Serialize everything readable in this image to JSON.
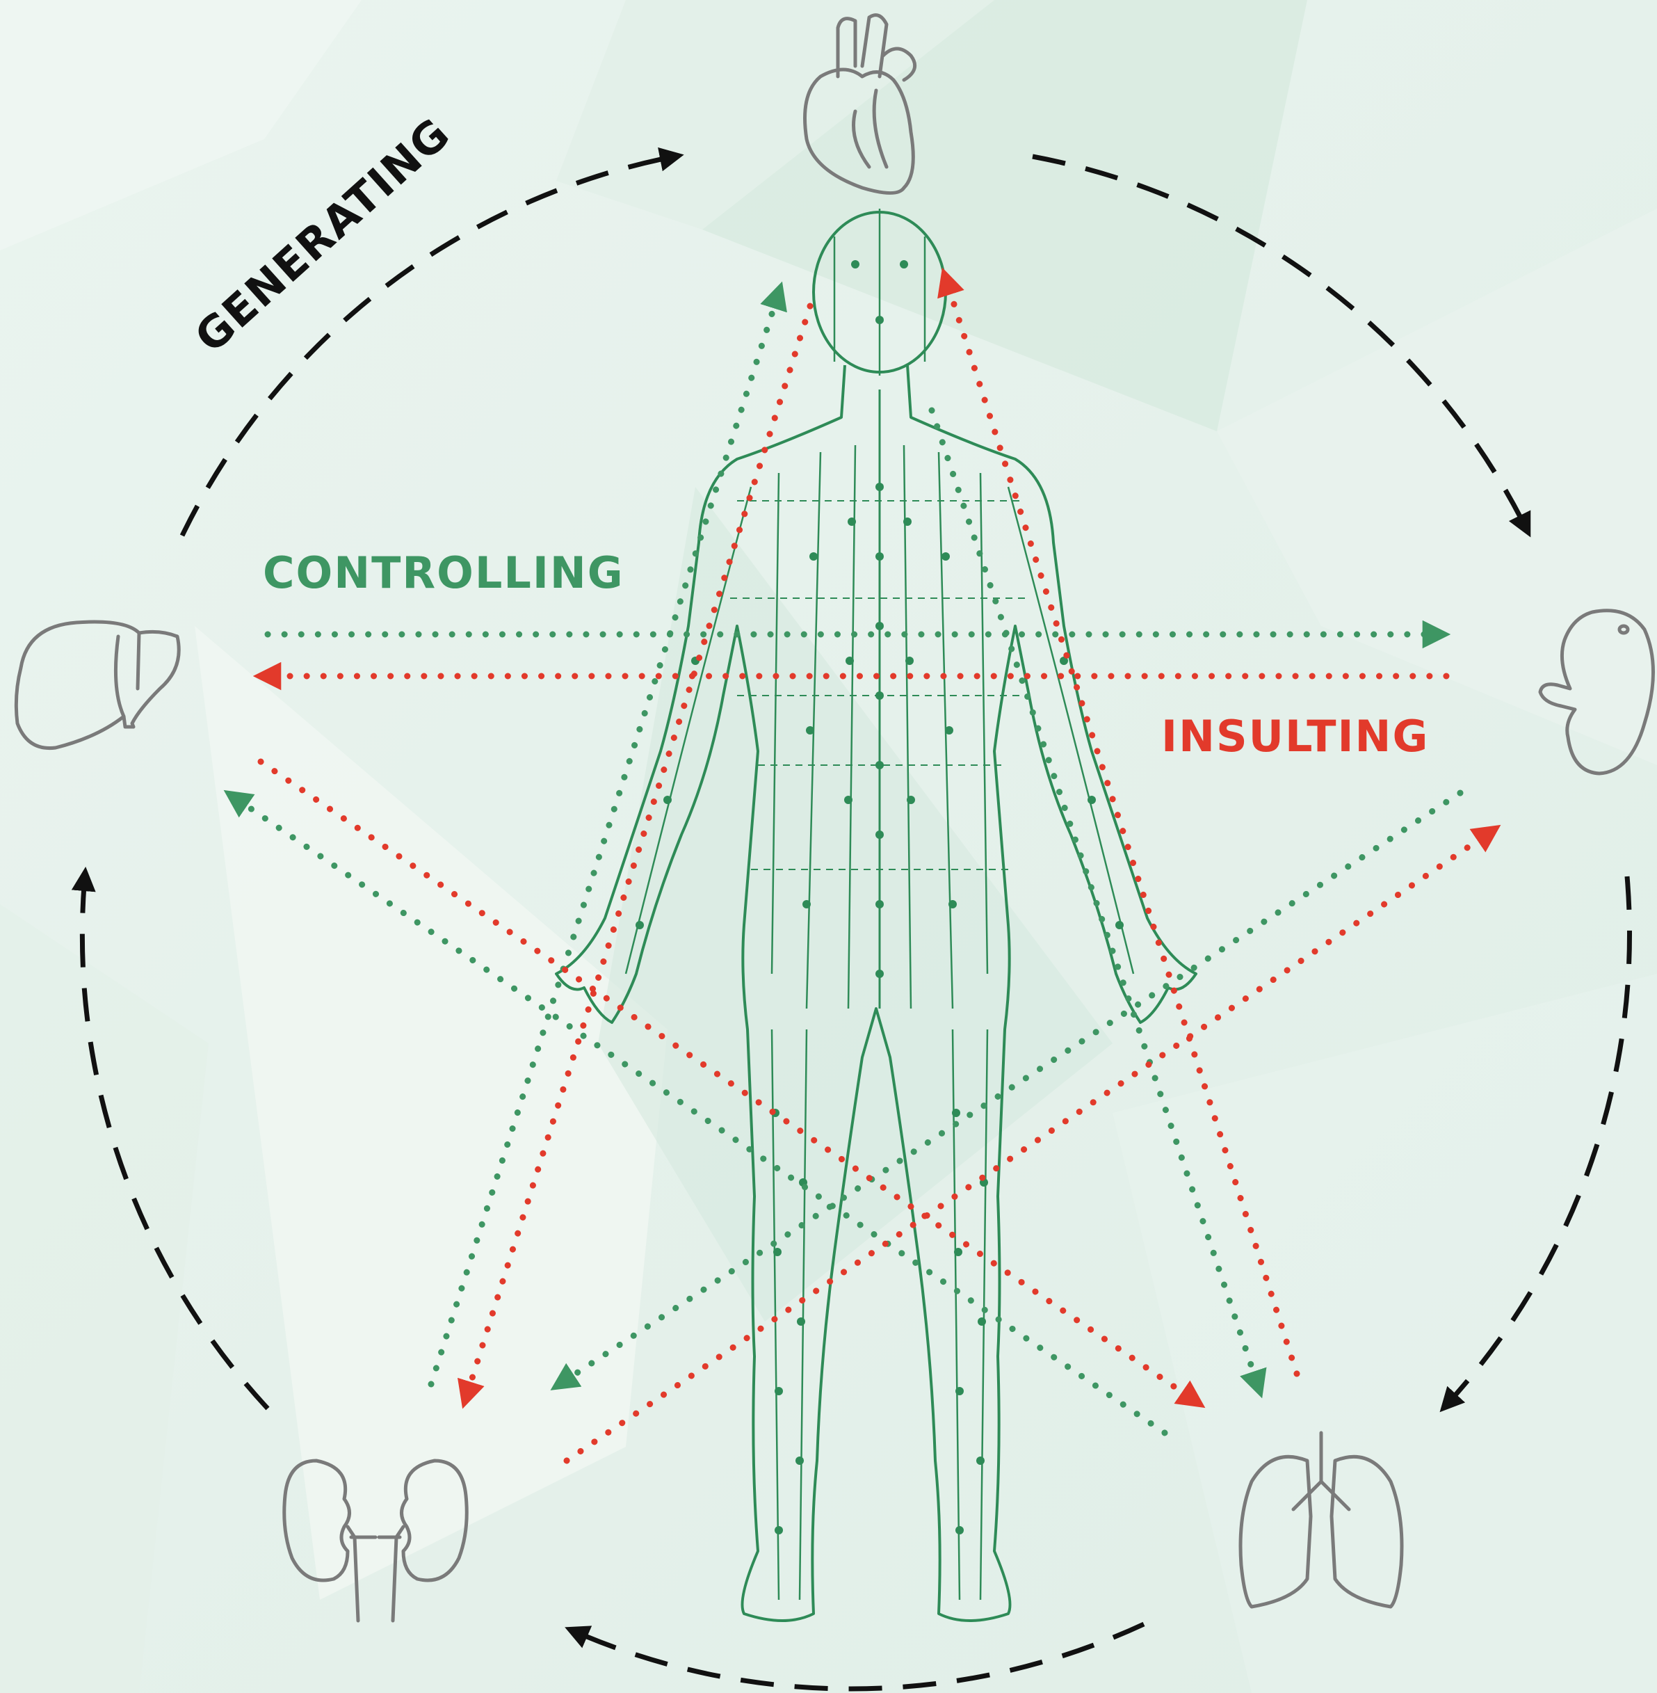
{
  "labels": {
    "generating": "GENERATING",
    "controlling": "CONTROLLING",
    "insulting": "INSULTING"
  },
  "organs": {
    "top": "heart-icon",
    "left": "liver-icon",
    "right": "spleen-icon",
    "bottom_left": "kidneys-icon",
    "bottom_right": "lungs-icon"
  },
  "colors": {
    "background": "#e6f1ec",
    "generating": "#111111",
    "controlling": "#3e9663",
    "insulting": "#e23a2b",
    "organ_outline": "#7a7a7a",
    "body_figure": "#2e8b57"
  }
}
